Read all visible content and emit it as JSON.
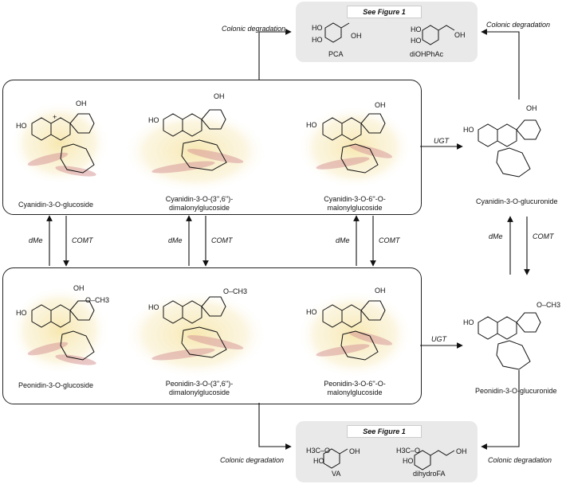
{
  "top_box": {
    "see_label": "See Figure 1",
    "products": [
      "PCA",
      "diOHPhAc"
    ]
  },
  "bottom_box": {
    "see_label": "See Figure 1",
    "products": [
      "VA",
      "dihydroFA"
    ]
  },
  "degradation": {
    "top_left": "Colonic degradation",
    "top_right": "Colonic degradation",
    "bottom_left": "Colonic degradation",
    "bottom_right": "Colonic degradation"
  },
  "cyanidin_row": {
    "compounds": [
      {
        "line1": "Cyanidin-3-O-glucoside",
        "line2": ""
      },
      {
        "line1": "Cyanidin-3-O-(3'',6'')-",
        "line2": "dimalonylglucoside"
      },
      {
        "line1": "Cyanidin-3-O-6''-O-",
        "line2": "malonylglucoside"
      }
    ]
  },
  "peonidin_row": {
    "compounds": [
      {
        "line1": "Peonidin-3-O-glucoside",
        "line2": ""
      },
      {
        "line1": "Peonidin-3-O-(3'',6'')-",
        "line2": "dimalonylglucoside"
      },
      {
        "line1": "Peonidin-3-O-6''-O-",
        "line2": "malonylglucoside"
      }
    ]
  },
  "glucuronides": {
    "cyanidin": "Cyanidin-3-O-glucuronide",
    "peonidin": "Peonidin-3-O-glucuronide"
  },
  "enzymes": {
    "ugt": "UGT",
    "dme": "dMe",
    "comt": "COMT"
  },
  "atoms": {
    "ho": "HO",
    "oh": "OH",
    "o": "O",
    "och3": "O–CH3",
    "h3co": "H3C–O",
    "plus": "+"
  },
  "colors": {
    "wheat_pink": "#d89a9a",
    "wheat_yellow": "#f3dc8c",
    "box_grey": "#e9e9e9"
  }
}
